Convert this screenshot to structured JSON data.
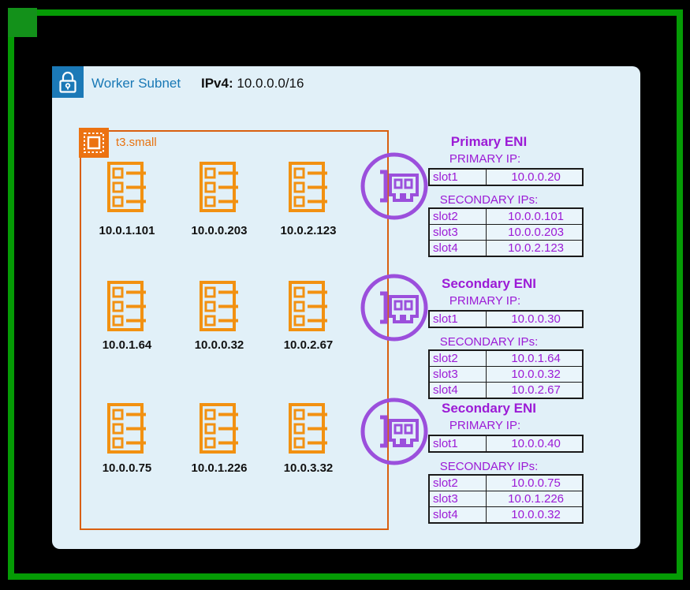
{
  "colors": {
    "frame_green": "#059b05",
    "corner_green": "#13911a",
    "panel_blue": "#e1f0f8",
    "subnet_blue": "#1b79b7",
    "instance_orange": "#e8720f",
    "pod_orange": "#f29111",
    "eni_icon_purple": "#9b4fdc",
    "eni_text_purple": "#9c1bd6"
  },
  "subnet": {
    "icon": "lock-icon",
    "title": "Worker Subnet",
    "ip_label": "IPv4:",
    "ip_value": "10.0.0.0/16"
  },
  "instance": {
    "icon": "chip-icon",
    "label": "t3.small",
    "pod_icon": "pod-manifest-icon",
    "pods": [
      "10.0.1.101",
      "10.0.0.203",
      "10.0.2.123",
      "10.0.1.64",
      "10.0.0.32",
      "10.0.2.67",
      "10.0.0.75",
      "10.0.1.226",
      "10.0.3.32"
    ]
  },
  "enis": [
    {
      "icon": "network-interface-icon",
      "title": "Primary ENI",
      "primary_ip_label": "PRIMARY IP:",
      "secondary_ips_label": "SECONDARY IPs:",
      "primary_rows": [
        {
          "slot": "slot1",
          "ip": "10.0.0.20"
        }
      ],
      "secondary_rows": [
        {
          "slot": "slot2",
          "ip": "10.0.0.101"
        },
        {
          "slot": "slot3",
          "ip": "10.0.0.203"
        },
        {
          "slot": "slot4",
          "ip": "10.0.2.123"
        }
      ]
    },
    {
      "icon": "network-interface-icon",
      "title": "Secondary ENI",
      "primary_ip_label": "PRIMARY IP:",
      "secondary_ips_label": "SECONDARY IPs:",
      "primary_rows": [
        {
          "slot": "slot1",
          "ip": "10.0.0.30"
        }
      ],
      "secondary_rows": [
        {
          "slot": "slot2",
          "ip": "10.0.1.64"
        },
        {
          "slot": "slot3",
          "ip": "10.0.0.32"
        },
        {
          "slot": "slot4",
          "ip": "10.0.2.67"
        }
      ]
    },
    {
      "icon": "network-interface-icon",
      "title": "Secondary ENI",
      "primary_ip_label": "PRIMARY IP:",
      "secondary_ips_label": "SECONDARY IPs:",
      "primary_rows": [
        {
          "slot": "slot1",
          "ip": "10.0.0.40"
        }
      ],
      "secondary_rows": [
        {
          "slot": "slot2",
          "ip": "10.0.0.75"
        },
        {
          "slot": "slot3",
          "ip": "10.0.1.226"
        },
        {
          "slot": "slot4",
          "ip": "10.0.0.32"
        }
      ]
    }
  ]
}
